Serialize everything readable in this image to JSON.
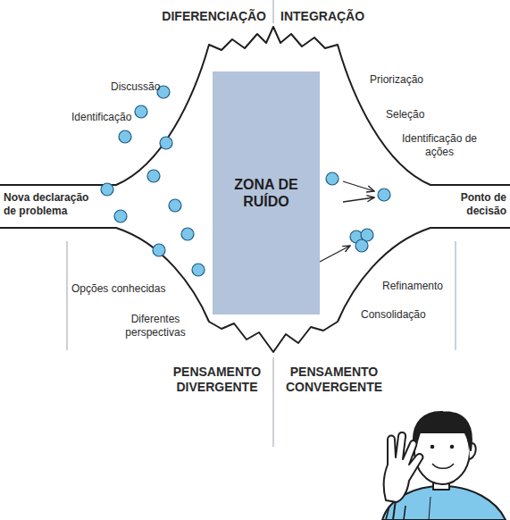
{
  "diagram": {
    "nodes": [
      {
        "text": [
          "ZONA DE RUÍDO"
        ]
      }
    ],
    "labels": [
      "DIFERENCIAÇÃO",
      "INTEGRAÇÃO",
      "Discussão",
      "Identificação",
      "Priorização",
      "Seleção",
      "Identificação de ações",
      "Nova declaração de problema",
      "Ponto de decisão",
      "Opções conhecidas",
      "Diferentes perspectivas",
      "Refinamento",
      "Consolidação",
      "PENSAMENTO DIVERGENTE",
      "PENSAMENTO CONVERGENTE"
    ]
  }
}
